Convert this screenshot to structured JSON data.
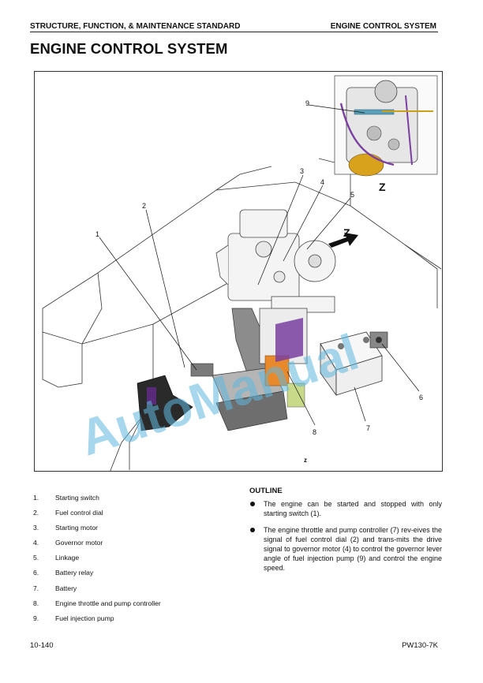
{
  "header": {
    "section": "STRUCTURE, FUNCTION, & MAINTENANCE STANDARD",
    "chapter": "ENGINE CONTROL SYSTEM"
  },
  "page_title": "ENGINE CONTROL SYSTEM",
  "figure": {
    "callouts": [
      "1",
      "2",
      "3",
      "4",
      "5",
      "6",
      "7",
      "8",
      "9"
    ],
    "view_label": "Z",
    "view_caption": "z",
    "watermark": "AutoManual",
    "colors": {
      "watermark": "#5fb8de",
      "linework": "#333333",
      "electrical_box": "#7a3fa0",
      "controller_orange": "#e8892c",
      "pump_yellow": "#d9a21c",
      "seat_gray": "#9a9a9a",
      "dark_panel": "#2a2a2a"
    }
  },
  "parts": [
    {
      "num": "1.",
      "label": "Starting switch"
    },
    {
      "num": "2.",
      "label": "Fuel control dial"
    },
    {
      "num": "3.",
      "label": "Starting motor"
    },
    {
      "num": "4.",
      "label": "Governor motor"
    },
    {
      "num": "5.",
      "label": "Linkage"
    },
    {
      "num": "6.",
      "label": "Battery relay"
    },
    {
      "num": "7.",
      "label": "Battery"
    },
    {
      "num": "8.",
      "label": "Engine throttle and pump controller"
    },
    {
      "num": "9.",
      "label": "Fuel injection pump"
    }
  ],
  "outline": {
    "heading": "OUTLINE",
    "items": [
      "The engine can be started and stopped with only starting switch (1).",
      "The engine throttle and pump controller (7) rev-eives the signal of fuel control dial (2) and trans-mits the drive signal to governor motor (4) to control the governor lever angle of fuel injection pump (9) and control the engine speed."
    ]
  },
  "footer": {
    "page_number": "10-140",
    "model": "PW130-7K"
  }
}
